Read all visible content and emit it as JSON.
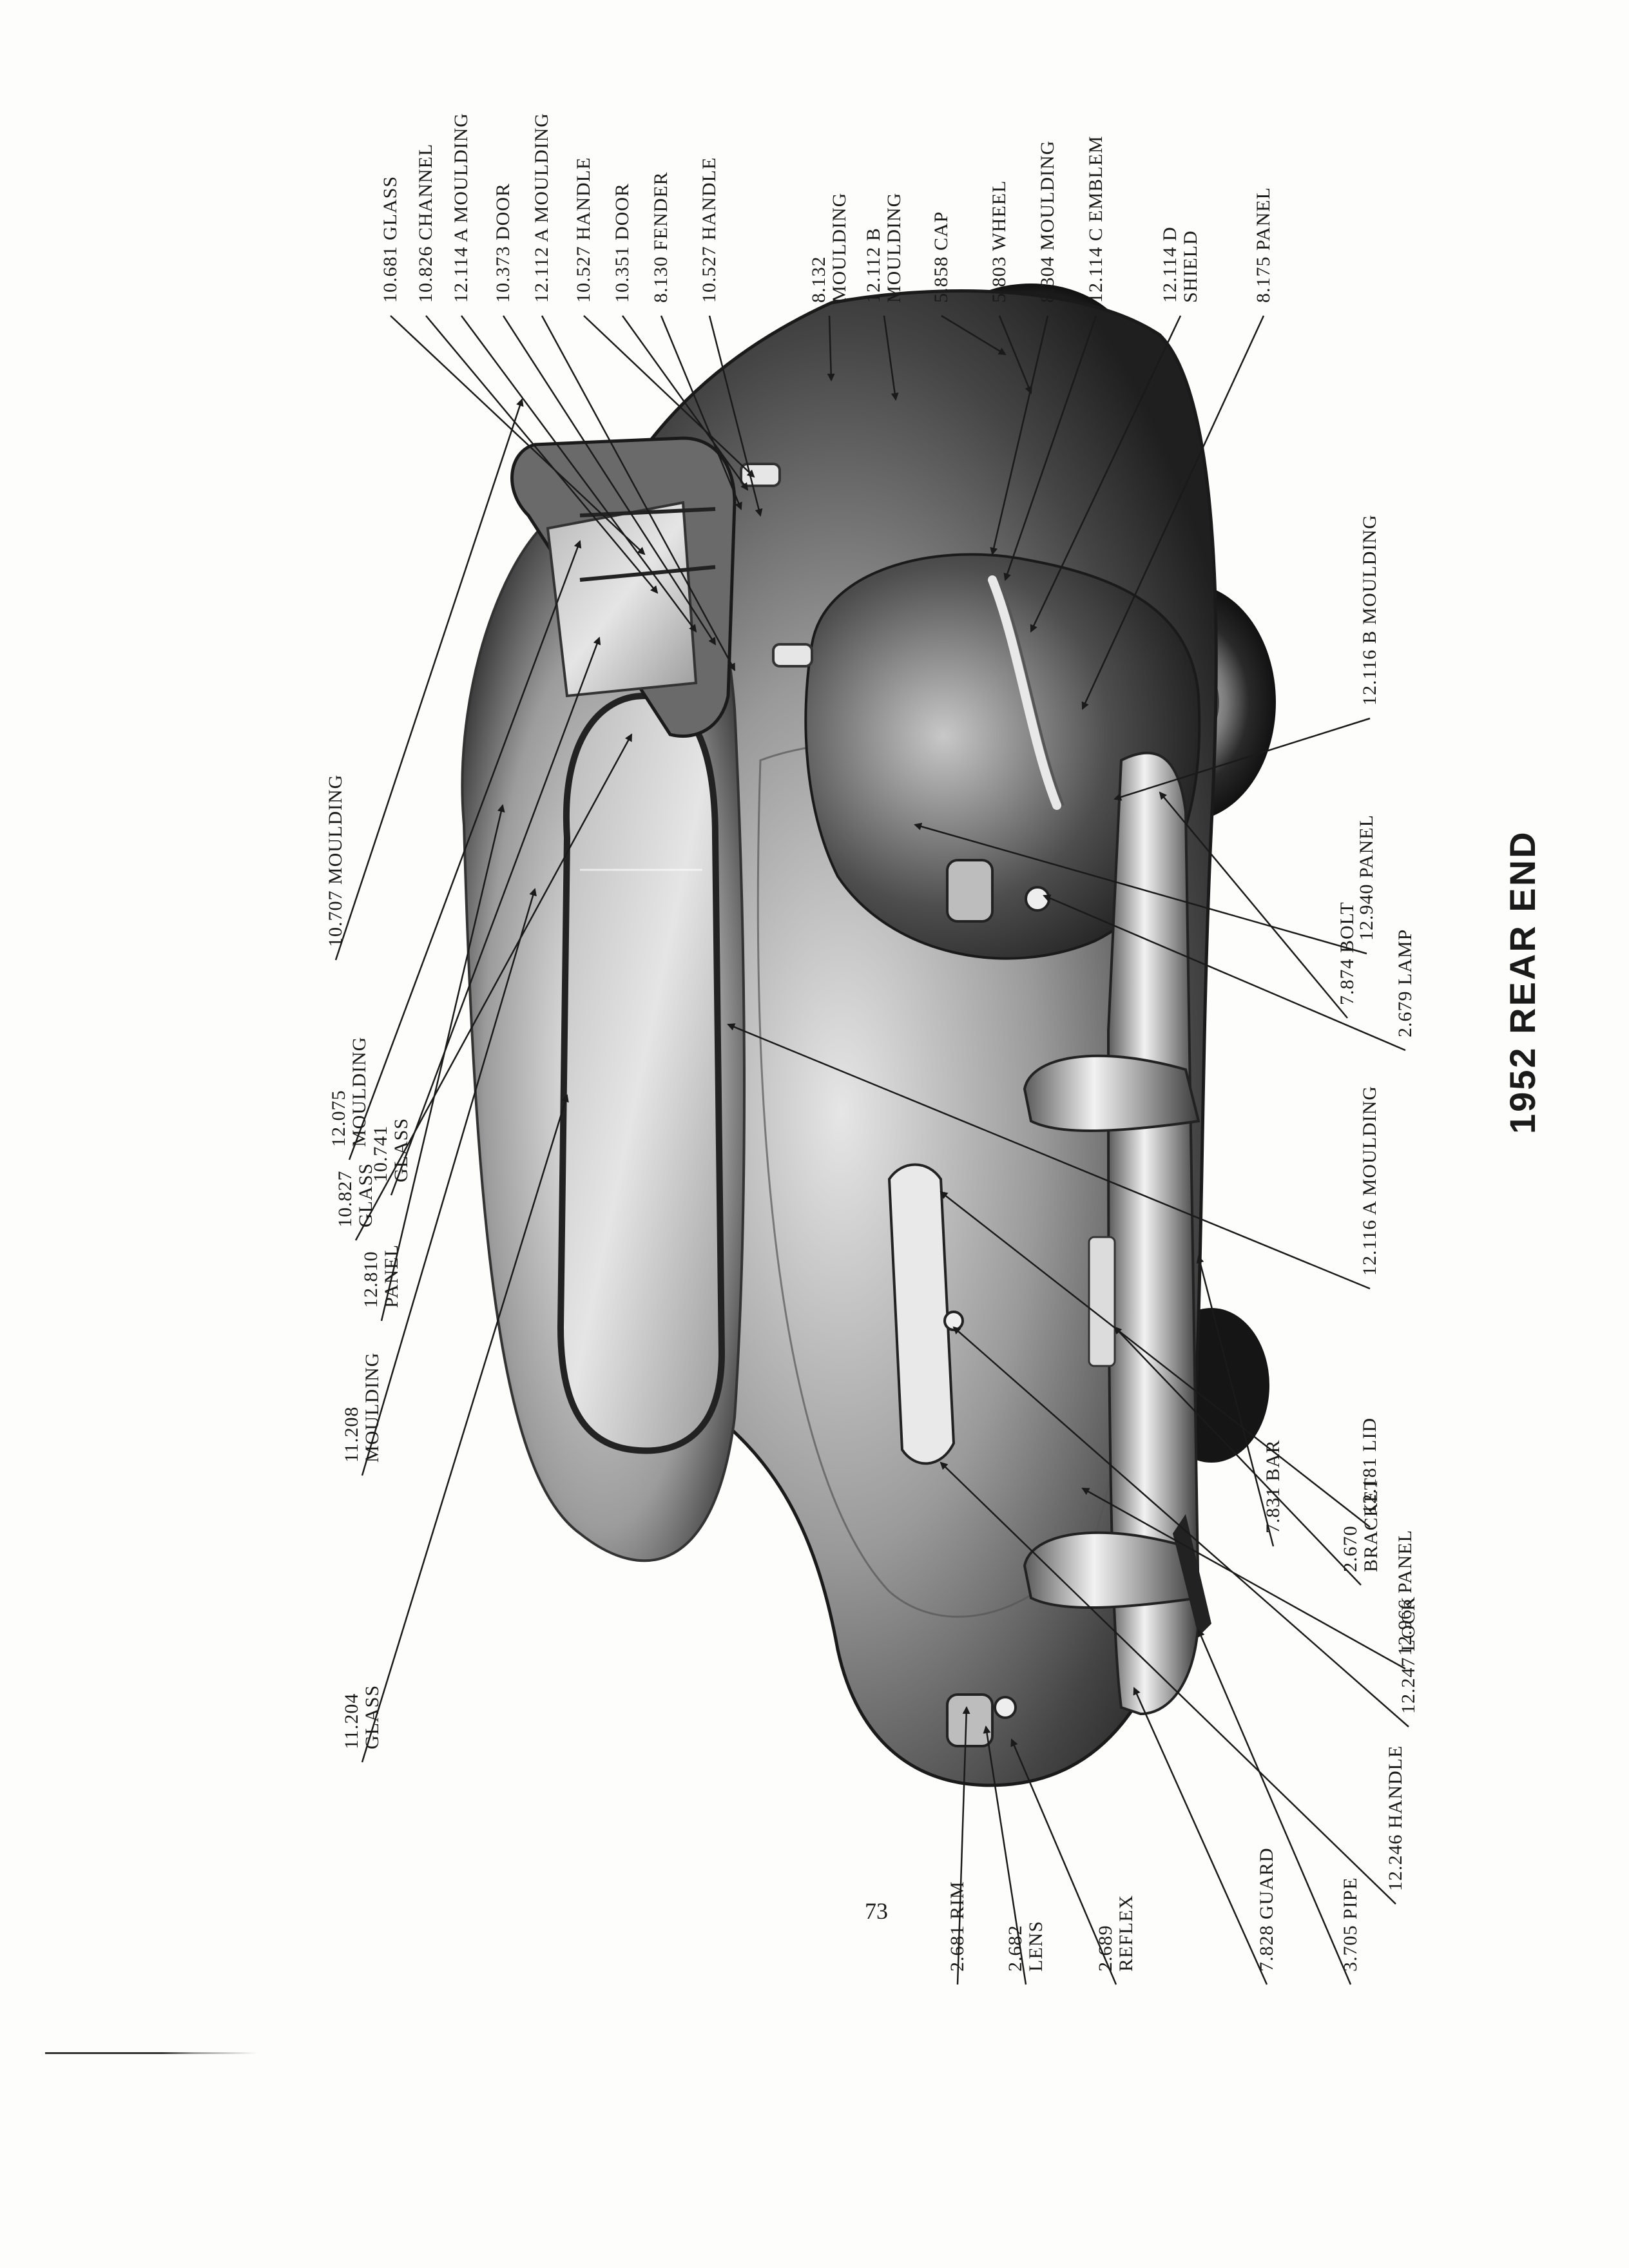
{
  "page": {
    "title": "1952 REAR END",
    "page_number": "73"
  },
  "callouts": [
    {
      "id": "c1",
      "lines": [
        "10.681  GLASS"
      ]
    },
    {
      "id": "c2",
      "lines": [
        "10.826  CHANNEL"
      ]
    },
    {
      "id": "c3",
      "lines": [
        "12.114 A MOULDING"
      ]
    },
    {
      "id": "c4",
      "lines": [
        "10.373  DOOR"
      ]
    },
    {
      "id": "c5",
      "lines": [
        "12.112 A MOULDING"
      ]
    },
    {
      "id": "c6",
      "lines": [
        "10.527  HANDLE"
      ]
    },
    {
      "id": "c7",
      "lines": [
        "10.351  DOOR"
      ]
    },
    {
      "id": "c8",
      "lines": [
        "8.130  FENDER"
      ]
    },
    {
      "id": "c9",
      "lines": [
        "10.527  HANDLE"
      ]
    },
    {
      "id": "c10",
      "lines": [
        "8.132",
        "MOULDING"
      ]
    },
    {
      "id": "c11",
      "lines": [
        "12.112 B",
        "MOULDING"
      ]
    },
    {
      "id": "c12",
      "lines": [
        "5.858  CAP"
      ]
    },
    {
      "id": "c13",
      "lines": [
        "5.803  WHEEL"
      ]
    },
    {
      "id": "c14",
      "lines": [
        "8.304  MOULDING"
      ]
    },
    {
      "id": "c15",
      "lines": [
        "12.114 C  EMBLEM"
      ]
    },
    {
      "id": "c16",
      "lines": [
        "12.114 D",
        "SHIELD"
      ]
    },
    {
      "id": "c17",
      "lines": [
        "8.175  PANEL"
      ]
    },
    {
      "id": "c18",
      "lines": [
        "10.707  MOULDING"
      ]
    },
    {
      "id": "c19",
      "lines": [
        "12.075",
        "MOULDING"
      ]
    },
    {
      "id": "c20",
      "lines": [
        "10.741",
        "GLASS"
      ]
    },
    {
      "id": "c21",
      "lines": [
        "10.827",
        "GLASS"
      ]
    },
    {
      "id": "c22",
      "lines": [
        "12.810",
        "PANEL"
      ]
    },
    {
      "id": "c23",
      "lines": [
        "11.208",
        "MOULDING"
      ]
    },
    {
      "id": "c24",
      "lines": [
        "11.204",
        "GLASS"
      ]
    },
    {
      "id": "c25",
      "lines": [
        "12.116 B MOULDING"
      ]
    },
    {
      "id": "c26",
      "lines": [
        "12.940 PANEL"
      ]
    },
    {
      "id": "c27",
      "lines": [
        "7.874  BOLT"
      ]
    },
    {
      "id": "c28",
      "lines": [
        "2.679  LAMP"
      ]
    },
    {
      "id": "c29",
      "lines": [
        "12.116 A MOULDING"
      ]
    },
    {
      "id": "c30",
      "lines": [
        "12.181  LID"
      ]
    },
    {
      "id": "c31",
      "lines": [
        "7.831  BAR"
      ]
    },
    {
      "id": "c32",
      "lines": [
        "2.670",
        "BRACKET"
      ]
    },
    {
      "id": "c33",
      "lines": [
        "12.247  LOCK"
      ]
    },
    {
      "id": "c34",
      "lines": [
        "12.966  PANEL"
      ]
    },
    {
      "id": "c35",
      "lines": [
        "12.246  HANDLE"
      ]
    },
    {
      "id": "c36",
      "lines": [
        "2.681  RIM"
      ]
    },
    {
      "id": "c37",
      "lines": [
        "2.682",
        "LENS"
      ]
    },
    {
      "id": "c38",
      "lines": [
        "2.689",
        "REFLEX"
      ]
    },
    {
      "id": "c39",
      "lines": [
        "7.828  GUARD"
      ]
    },
    {
      "id": "c40",
      "lines": [
        "3.705  PIPE"
      ]
    }
  ],
  "colors": {
    "ink": "#1a1a1a",
    "paper": "#fdfdfb",
    "body_dark": "#2c2c2c",
    "body_mid": "#8a8a8a",
    "body_light": "#dcdcdc"
  }
}
